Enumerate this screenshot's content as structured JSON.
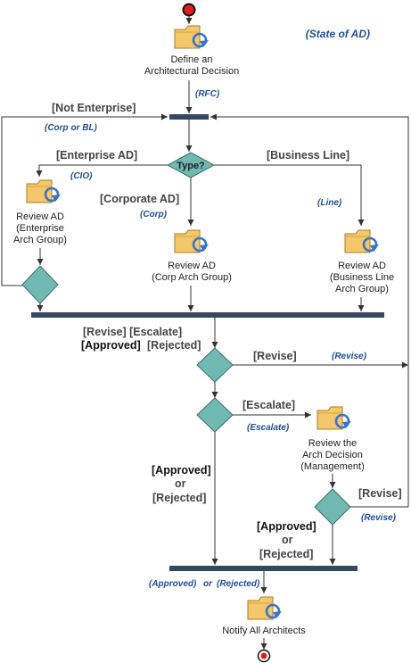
{
  "state_title": "(State of AD)",
  "define": [
    "Define an",
    "Architectural Decision"
  ],
  "rfc": "(RFC)",
  "not_enterprise": "[Not Enterprise]",
  "corp_or_bl": "(Corp or BL)",
  "enterprise_ad": "[Enterprise AD]",
  "type_label": "Type?",
  "business_line": "[Business Line]",
  "cio": "(CIO)",
  "corporate_ad": "[Corporate AD]",
  "corp": "(Corp)",
  "line": "(Line)",
  "review_enterprise": [
    "Review AD",
    "(Enterprise",
    "Arch Group)"
  ],
  "review_corp": [
    "Review AD",
    "(Corp Arch Group)"
  ],
  "review_business": [
    "Review AD",
    "(Business Line",
    "Arch Group)"
  ],
  "guard_revise_escalate": "[Revise] [Escalate]",
  "guard_approved": "[Approved]",
  "guard_rejected": "[Rejected]",
  "revise": "[Revise]",
  "revise_state": "(Revise)",
  "escalate": "[Escalate]",
  "escalate_state": "(Escalate)",
  "review_mgmt": [
    "Review the",
    "Arch Decision",
    "(Management)"
  ],
  "approved_or_rejected": [
    "[Approved]",
    "or",
    "[Rejected]"
  ],
  "revise2": "[Revise]",
  "revise2_state": "(Revise)",
  "final_approved": "(Approved)",
  "final_or": "or",
  "final_rejected": "(Rejected)",
  "notify": "Notify All Architects"
}
